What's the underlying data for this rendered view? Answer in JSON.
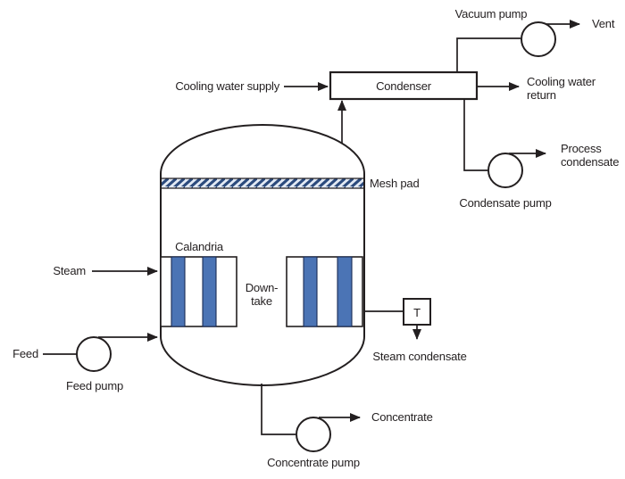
{
  "colors": {
    "line": "#231f20",
    "tube_fill": "#4b74b5",
    "tube_border": "#1c2d55",
    "mesh_stripe": "#2b4a7d",
    "mesh_background": "#e3eaf4",
    "background": "#ffffff"
  },
  "labels": {
    "vacuum_pump": "Vacuum pump",
    "vent": "Vent",
    "cooling_water_supply": "Cooling water supply",
    "condenser": "Condenser",
    "cooling_water_return": {
      "line1": "Cooling water",
      "line2": "return"
    },
    "process_condensate": {
      "line1": "Process",
      "line2": "condensate"
    },
    "condensate_pump": "Condensate pump",
    "mesh_pad": "Mesh pad",
    "calandria": "Calandria",
    "steam": "Steam",
    "downtake": {
      "line1": "Down-",
      "line2": "take"
    },
    "temperature_sensor": "T",
    "steam_condensate": "Steam condensate",
    "feed": "Feed",
    "feed_pump": "Feed pump",
    "concentrate": "Concentrate",
    "concentrate_pump": "Concentrate pump"
  }
}
